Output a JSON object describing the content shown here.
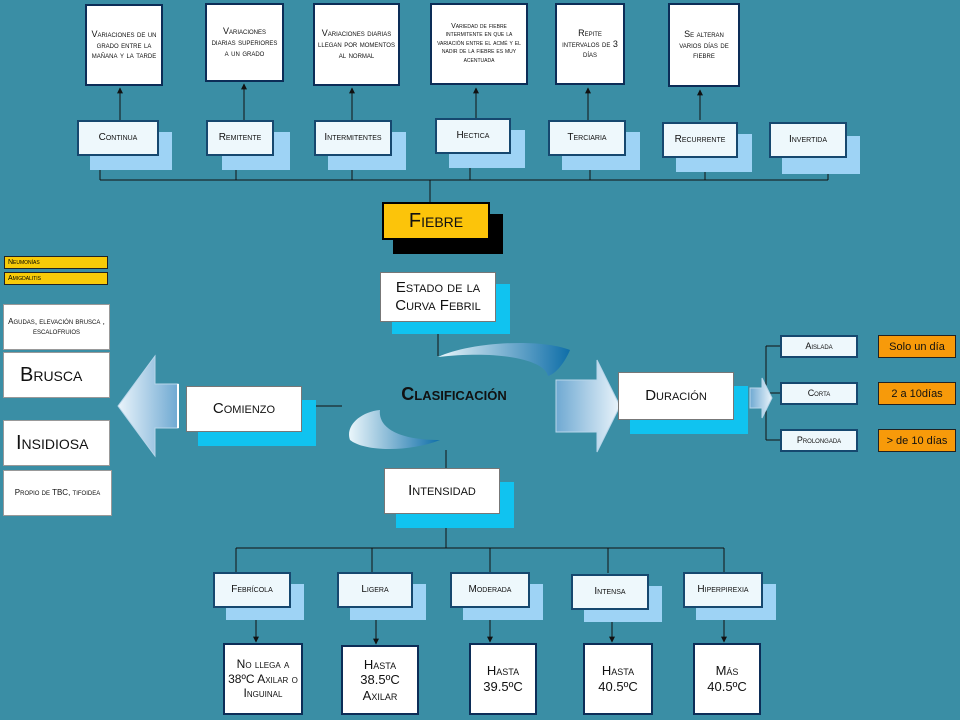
{
  "top": {
    "descriptions": [
      "Variaciones de un grado entre la mañana y la tarde",
      "Variaciones diarias superiores a un grado",
      "Variaciones diarias llegan por momentos al normal",
      "Variedad de fiebre intermitente en que la variación entre el acmé y el nadir de la fiebre es muy acentuada",
      "Repite intervalos de 3 días",
      "Se alteran varios días de fiebre"
    ],
    "types": [
      "Continua",
      "Remitente",
      "Intermitentes",
      "Hectica",
      "Terciaria",
      "Recurrente",
      "Invertida"
    ]
  },
  "center": {
    "fiebre": "Fiebre",
    "estado": "Estado de la Curva Febril",
    "clasificacion": "Clasificación",
    "comienzo": "Comienzo",
    "duracion": "Duración",
    "intensidad": "Intensidad"
  },
  "left": {
    "neumonias": "Neumonías",
    "amigdalitis": "Amigdalitis",
    "brusca_desc": "Agudas, elevación brusca , escalofruios",
    "brusca": "Brusca",
    "insidiosa": "Insidiosa",
    "insidiosa_desc": "Propio de TBC, tifoidea"
  },
  "duration": {
    "items": [
      {
        "label": "Aislada",
        "value": "Solo un día"
      },
      {
        "label": "Corta",
        "value": "2 a 10días"
      },
      {
        "label": "Prolongada",
        "value": "> de 10 días"
      }
    ]
  },
  "intensity": {
    "types": [
      "Febrícola",
      "Ligera",
      "Moderada",
      "Intensa",
      "Hiperpirexia"
    ],
    "values": [
      "No llega a 38ºC Axilar o Inguinal",
      "Hasta 38.5ºC Axilar",
      "Hasta 39.5ºC",
      "Hasta 40.5ºC",
      "Más 40.5ºC"
    ]
  }
}
